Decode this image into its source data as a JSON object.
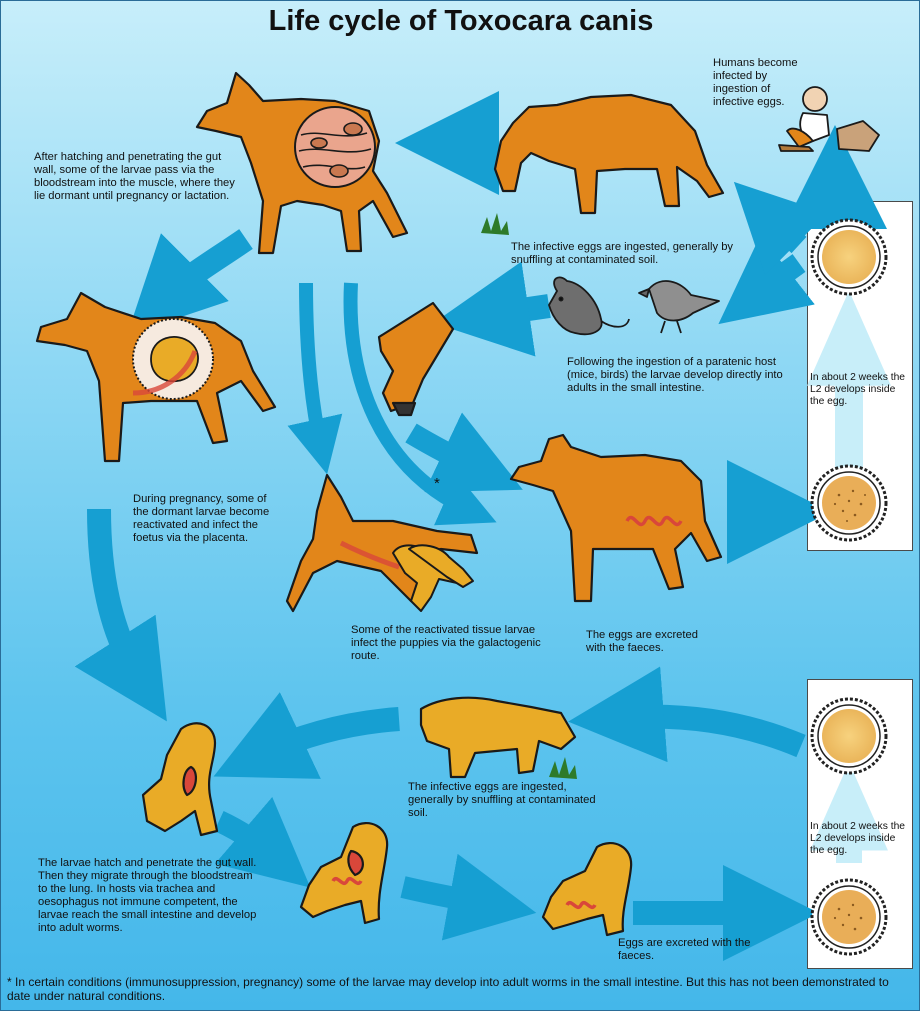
{
  "title": "Life cycle of Toxocara canis",
  "colors": {
    "dog": "#e2861a",
    "puppy": "#e9ab27",
    "arrow": "#169fd2",
    "egg_yolk": "#f4c46a",
    "larva": "#d9473a",
    "background": "#5dc4ee"
  },
  "captions": {
    "humans": "Humans become infected by ingestion of infective eggs.",
    "hatching": "After hatching and penetrating the gut wall, some of the larvae pass via the bloodstream into the muscle, where they lie dormant until pregnancy or lactation.",
    "ingested_adult": "The infective eggs are ingested, generally by snuffling at contaminated soil.",
    "paratenic": "Following the ingestion of a paratenic host (mice, birds) the larvae develop directly into adults in the small intestine.",
    "pregnancy": "During pregnancy, some of the dormant larvae become reactivated and infect the foetus via the placenta.",
    "galactogenic": "Some of the reactivated tissue larvae infect the puppies via the galactogenic route.",
    "eggs_excreted_adult": "The eggs are excreted with the faeces.",
    "egg_develop_top": "In about 2 weeks the L2 develops inside the egg.",
    "egg_develop_bottom": "In about 2 weeks the L2 develops inside the egg.",
    "ingested_puppy": "The infective eggs are ingested, generally by snuffling at contaminated soil.",
    "larvae_hatch": "The larvae hatch and penetrate the gut wall. Then they migrate through the bloodstream to the lung. In hosts via trachea and oesophagus not immune competent, the larvae reach the small intestine and develop into adult worms.",
    "eggs_excreted_puppy": "Eggs are excreted with the faeces.",
    "asterisk": "*"
  },
  "footnote": "* In certain conditions (immunosuppression, pregnancy) some of the larvae may develop into adult worms in the small intestine. But this has not been demonstrated to date under natural conditions."
}
